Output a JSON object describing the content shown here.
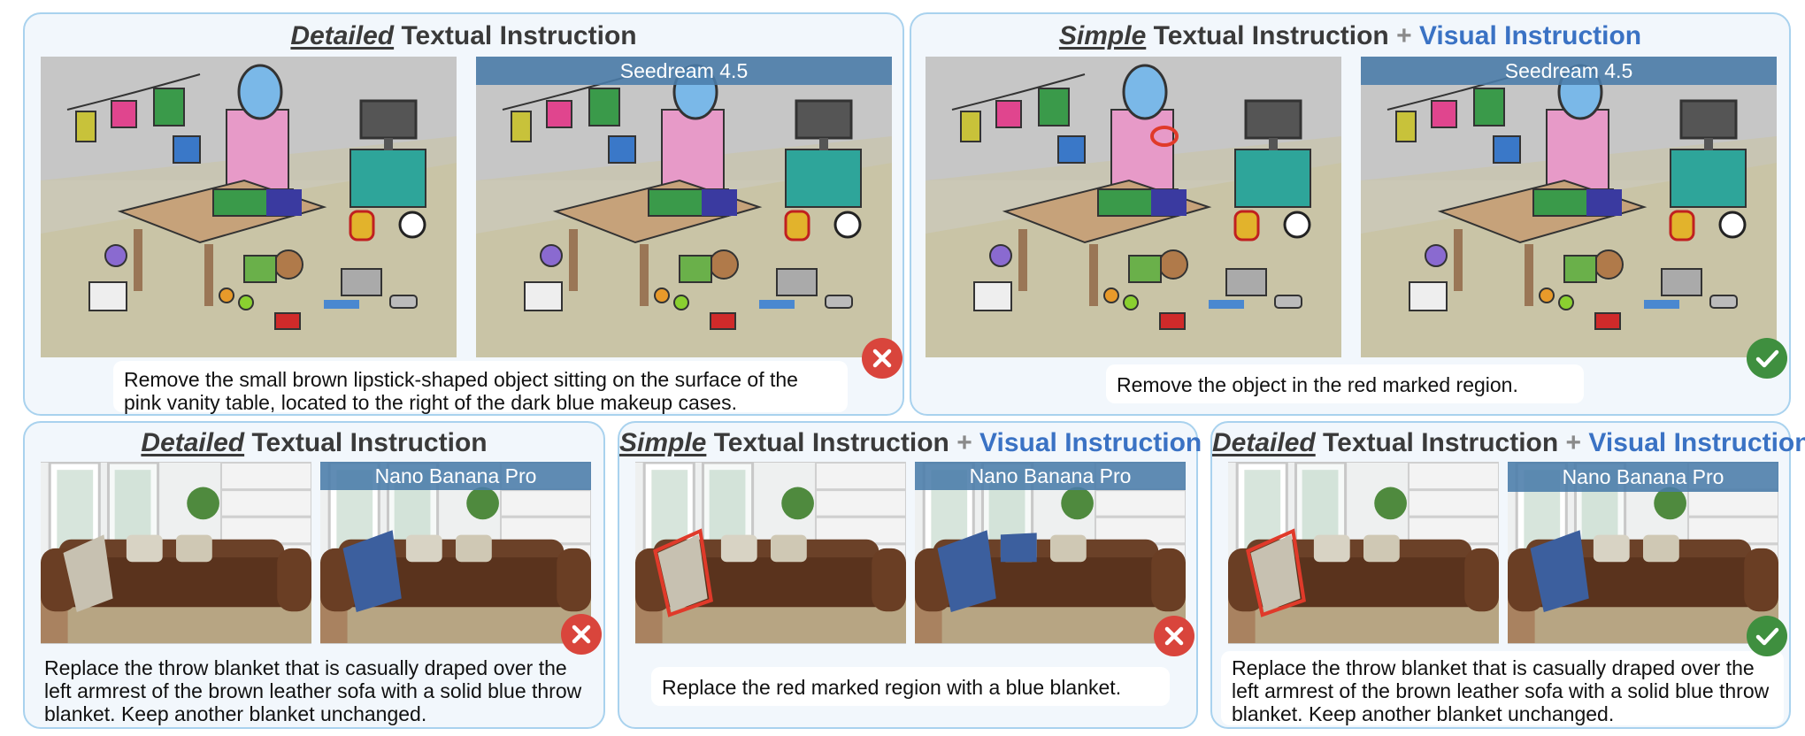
{
  "panels": {
    "p1": {
      "title_emph": "Detailed",
      "title_rest": " Textual Instruction",
      "output_label": "Seedream 4.5",
      "instruction": "Remove the small brown lipstick-shaped object sitting on the surface of the pink vanity table, located to the right of the dark blue makeup cases.",
      "result": "fail"
    },
    "p2": {
      "title_emph": "Simple",
      "title_rest": " Textual Instruction ",
      "title_plus": "+",
      "title_visual": " Visual Instruction",
      "output_label": "Seedream 4.5",
      "instruction": "Remove the object in the red marked region.",
      "result": "success"
    },
    "p3": {
      "title_emph": "Detailed",
      "title_rest": " Textual Instruction",
      "output_label": "Nano Banana Pro",
      "instruction": "Replace the throw blanket that is casually draped over the left armrest of the brown leather sofa with a solid blue throw blanket. Keep another blanket unchanged.",
      "result": "fail"
    },
    "p4": {
      "title_emph": "Simple",
      "title_rest": " Textual Instruction ",
      "title_plus": "+",
      "title_visual": " Visual Instruction",
      "output_label": "Nano Banana Pro",
      "instruction": "Replace the red marked region with a blue blanket.",
      "result": "fail"
    },
    "p5": {
      "title_emph": "Detailed",
      "title_rest": " Textual Instruction ",
      "title_plus": "+",
      "title_visual": " Visual Instruction",
      "output_label": "Nano Banana Pro",
      "instruction": "Replace the throw blanket that is casually draped over the left armrest of the brown leather sofa with a solid blue throw blanket. Keep another blanket unchanged.",
      "result": "success"
    }
  },
  "colors": {
    "panel_bg": "#f2f7fc",
    "panel_border": "#a9d2ee",
    "visual_accent": "#3a72c4",
    "banner": "#4a7caa",
    "fail_badge": "#d9453c",
    "success_badge": "#3f8f3f",
    "marker": "#e03a2a"
  },
  "icons": {
    "fail": "x-circle-icon",
    "success": "check-circle-icon"
  }
}
